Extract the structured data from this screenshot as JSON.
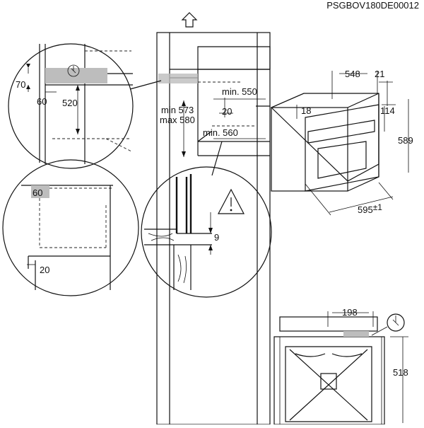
{
  "code": "PSGBOV180DE00012",
  "labels": {
    "d70": "70",
    "d60_left": "60",
    "d520": "520",
    "d60_box": "60",
    "d20_bottom": "20",
    "min550": "min. 550",
    "d20_mid": "20",
    "min560": "min. 560",
    "min573": "min 573",
    "max580": "max 580",
    "d9": "9",
    "d548": "548",
    "d21": "21",
    "d18": "18",
    "d114": "114",
    "d589": "589",
    "d595": "595",
    "d595_tol": "±1",
    "d198": "198",
    "d518": "518"
  },
  "icons": [
    "power-symbol-icon",
    "power-symbol-icon",
    "warning-triangle-icon",
    "up-arrow-icon"
  ]
}
